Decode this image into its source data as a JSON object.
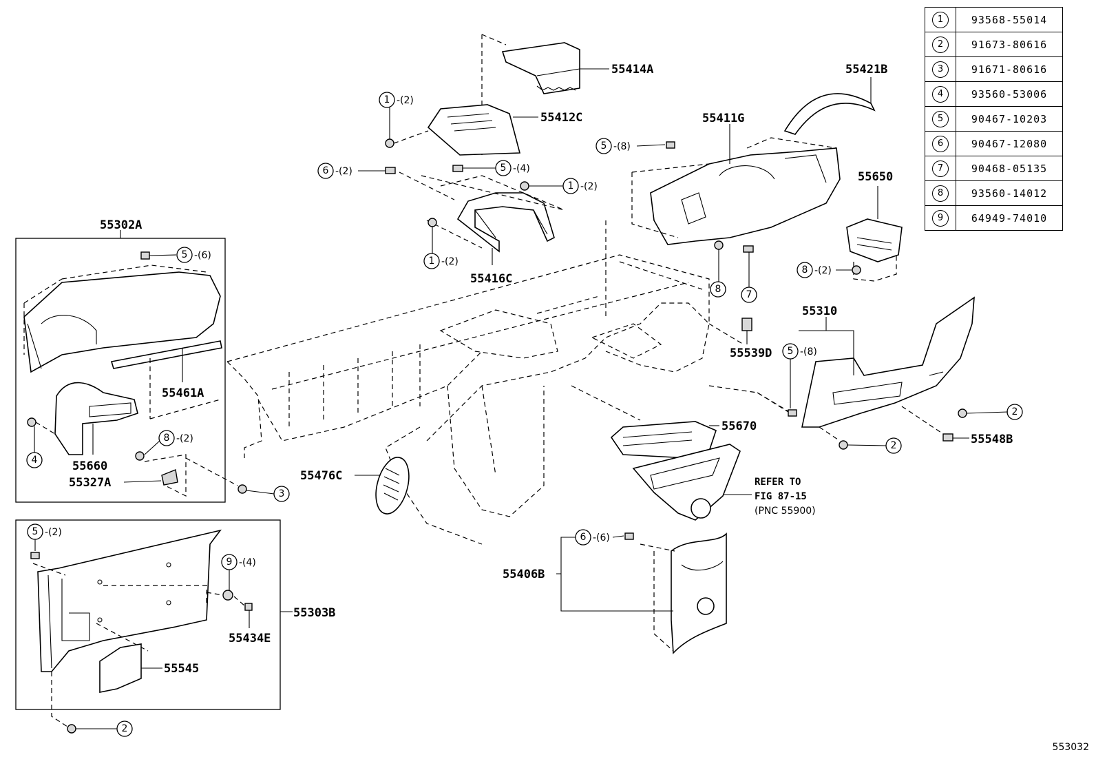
{
  "figure_id": "553032",
  "parts_table": [
    {
      "index": "1",
      "part_number": "93568-55014"
    },
    {
      "index": "2",
      "part_number": "91673-80616"
    },
    {
      "index": "3",
      "part_number": "91671-80616"
    },
    {
      "index": "4",
      "part_number": "93560-53006"
    },
    {
      "index": "5",
      "part_number": "90467-10203"
    },
    {
      "index": "6",
      "part_number": "90467-12080"
    },
    {
      "index": "7",
      "part_number": "90468-05135"
    },
    {
      "index": "8",
      "part_number": "93560-14012"
    },
    {
      "index": "9",
      "part_number": "64949-74010"
    }
  ],
  "part_labels": {
    "p55414A": "55414A",
    "p55412C": "55412C",
    "p55421B": "55421B",
    "p55411G": "55411G",
    "p55650": "55650",
    "p55416C": "55416C",
    "p55302A": "55302A",
    "p55461A": "55461A",
    "p55660": "55660",
    "p55327A": "55327A",
    "p55310": "55310",
    "p55539D": "55539D",
    "p55670": "55670",
    "p55548B": "55548B",
    "p55476C": "55476C",
    "p55406B": "55406B",
    "p55303B": "55303B",
    "p55434E": "55434E",
    "p55545": "55545"
  },
  "refer_note": {
    "line1": "REFER TO",
    "line2": "FIG 87-15",
    "line3": "(PNC 55900)"
  },
  "callouts": {
    "c1a": {
      "n": "1",
      "q": "-(2)"
    },
    "c1b": {
      "n": "1",
      "q": "-(2)"
    },
    "c1c": {
      "n": "1",
      "q": "-(2)"
    },
    "c6a": {
      "n": "6",
      "q": "-(2)"
    },
    "c5a": {
      "n": "5",
      "q": "-(4)"
    },
    "c5b": {
      "n": "5",
      "q": "-(8)"
    },
    "c5c": {
      "n": "5",
      "q": "-(6)"
    },
    "c5d": {
      "n": "5",
      "q": "-(8)"
    },
    "c5e": {
      "n": "5",
      "q": "-(2)"
    },
    "c8a": {
      "n": "8",
      "q": "-(2)"
    },
    "c8b": {
      "n": "8",
      "q": "-(2)"
    },
    "c8c": {
      "n": "8",
      "q": ""
    },
    "c7": {
      "n": "7",
      "q": ""
    },
    "c4": {
      "n": "4",
      "q": ""
    },
    "c3": {
      "n": "3",
      "q": ""
    },
    "c2a": {
      "n": "2",
      "q": ""
    },
    "c2b": {
      "n": "2",
      "q": ""
    },
    "c2c": {
      "n": "2",
      "q": ""
    },
    "c6b": {
      "n": "6",
      "q": "-(6)"
    },
    "c9": {
      "n": "9",
      "q": "-(4)"
    }
  }
}
